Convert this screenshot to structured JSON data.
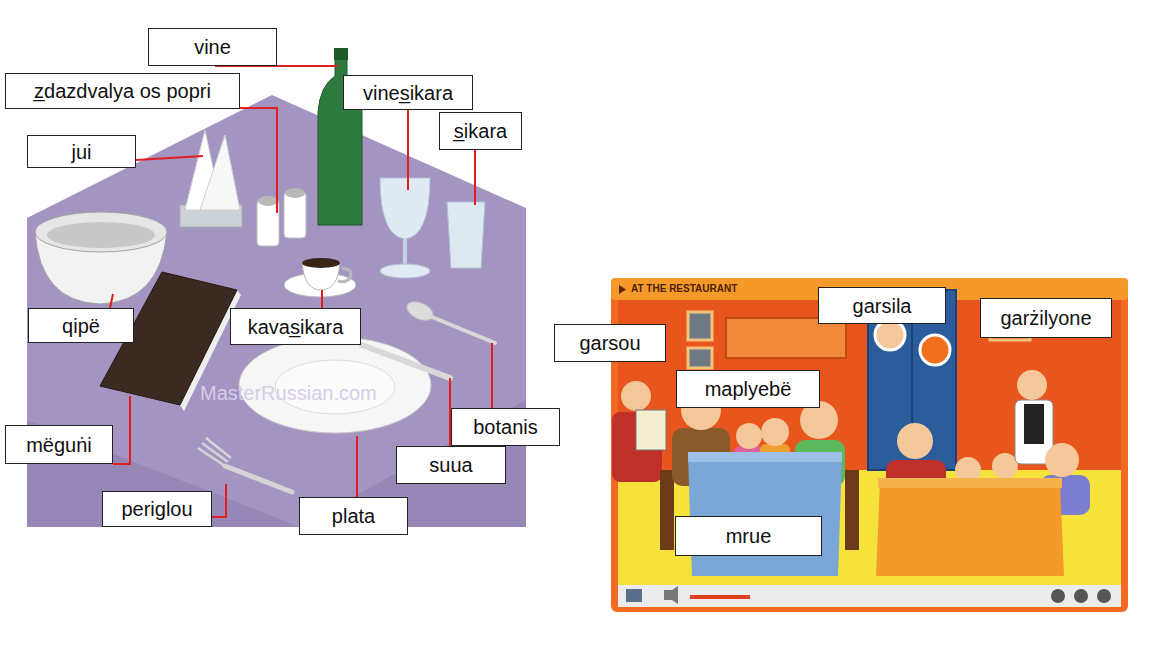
{
  "diagram": {
    "nodes": [
      {
        "text": [
          "vine"
        ]
      },
      {
        "text": [
          "z̲dazdvalya os popri"
        ]
      },
      {
        "text": [
          "vines̲ikara"
        ]
      },
      {
        "text": [
          "s̲ikara"
        ]
      },
      {
        "text": [
          "jui"
        ]
      },
      {
        "text": [
          "qipë"
        ]
      },
      {
        "text": [
          "kavas̲ikara"
        ]
      },
      {
        "text": [
          "garsila"
        ]
      },
      {
        "text": [
          "garżilyone"
        ]
      },
      {
        "text": [
          "garsou"
        ]
      },
      {
        "text": [
          "maplyebë"
        ]
      },
      {
        "text": [
          "botanis"
        ]
      },
      {
        "text": [
          "suua"
        ]
      },
      {
        "text": [
          "mëguṅi"
        ]
      },
      {
        "text": [
          "periglou"
        ]
      },
      {
        "text": [
          "plata"
        ]
      },
      {
        "text": [
          "mrue"
        ]
      }
    ],
    "labels": [
      "AT THE RESTAURANT",
      "MasterRussian.com"
    ]
  }
}
